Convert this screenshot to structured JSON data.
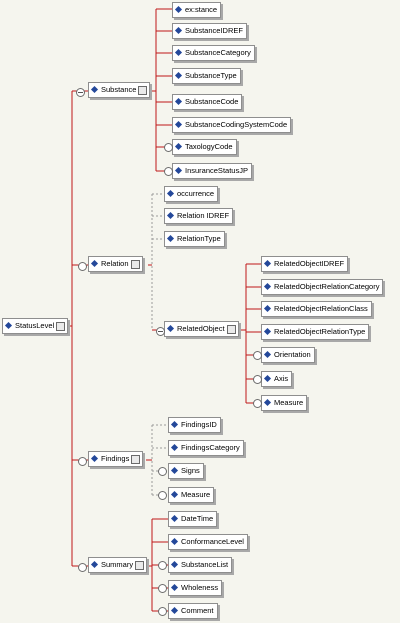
{
  "root": "StatusLevel",
  "groups": {
    "substance": {
      "label": "Substance",
      "children": [
        "ex:stance",
        "SubstanceIDREF",
        "SubstanceCategory",
        "SubstanceType",
        "SubstanceCode",
        "SubstanceCodingSystemCode",
        "TaxologyCode",
        "InsuranceStatusJP"
      ]
    },
    "relation": {
      "label": "Relation",
      "children": [
        "occurrence",
        "Relation IDREF",
        "RelationType"
      ]
    },
    "related_object": {
      "label": "RelatedObject",
      "children": [
        "RelatedObjectIDREF",
        "RelatedObjectRelationCategory",
        "RelatedObjectRelationClass",
        "RelatedObjectRelationType",
        "Orientation",
        "Axis",
        "Measure"
      ]
    },
    "findings": {
      "label": "Findings",
      "children": [
        "FindingsID",
        "FindingsCategory",
        "Signs",
        "Measure"
      ]
    },
    "summary": {
      "label": "Summary",
      "children": [
        "DateTime",
        "ConformanceLevel",
        "SubstanceList",
        "Wholeness",
        "Comment"
      ]
    }
  },
  "icons": {
    "element_marker": "diamond-icon",
    "expand": "plus-box-icon",
    "sequence_connector": "sequence-connector-icon",
    "multiplicity": "multiplicity-icon"
  },
  "colors": {
    "connector_line": "#c01818",
    "element_marker": "#24489a",
    "background": "#f5f5ee"
  }
}
